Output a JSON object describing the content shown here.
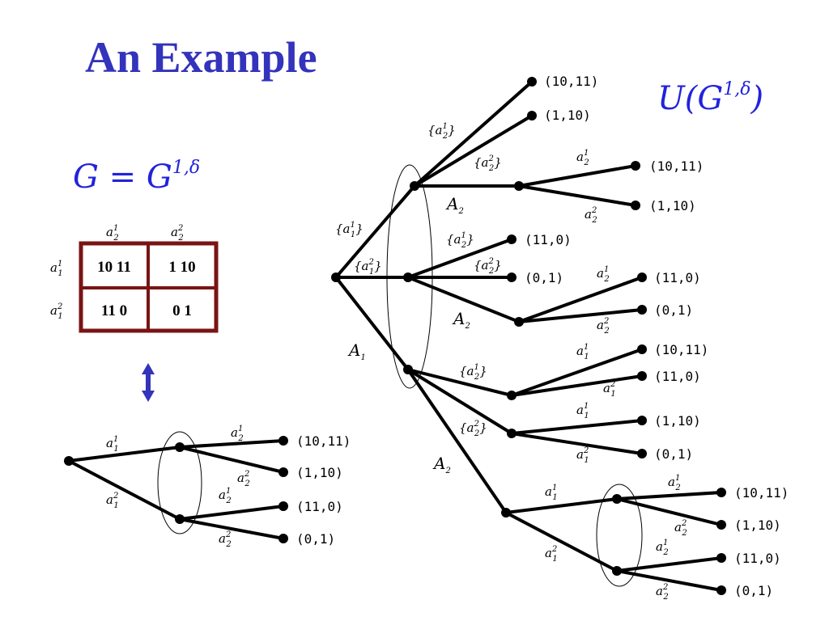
{
  "title": "An Example",
  "g_label": "G = G",
  "g_sup": "1,δ",
  "u_label_pre": "U(G",
  "u_label_post": ")",
  "u_sup": "1,δ",
  "payoffs": {
    "p1": "(10,11)",
    "p2": "(1,10)",
    "p3": "(11,0)",
    "p4": "(0,1)"
  },
  "matrix": {
    "col_headers": [
      "a21",
      "a22"
    ],
    "row_headers": [
      "a11",
      "a12"
    ],
    "cells": [
      [
        "10  11",
        "1  10"
      ],
      [
        "11  0",
        "0  1"
      ]
    ]
  },
  "actions": {
    "a": "a",
    "sub1": "1",
    "sub2": "2",
    "sup1": "1",
    "sup2": "2",
    "open": "{",
    "close": "}"
  },
  "players": {
    "A1": "A",
    "A2": "A",
    "sub1": "1",
    "sub2": "2"
  },
  "colors": {
    "title": "#3333bb",
    "math": "#2222dd",
    "matrix_border": "#7a1414"
  },
  "icons": [
    "double-arrow-icon"
  ]
}
